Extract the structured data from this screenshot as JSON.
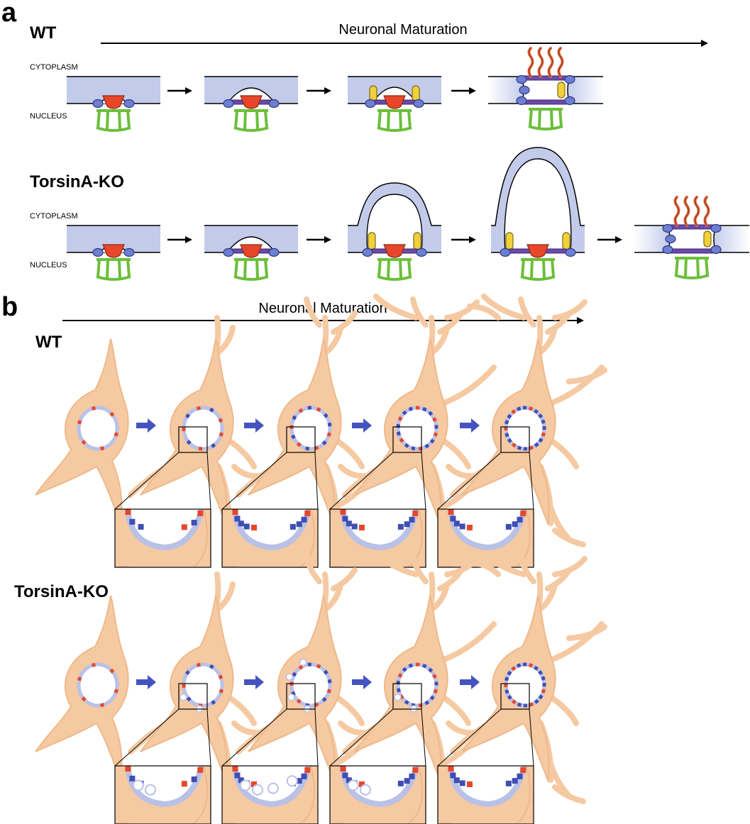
{
  "panel_a": {
    "letter": "a",
    "maturation_label": "Neuronal Maturation",
    "compartments": {
      "top": "CYTOPLASM",
      "bottom": "NUCLEUS"
    },
    "rows": [
      {
        "condition": "WT",
        "stages": [
          "early_bud",
          "bud_membrane",
          "bud_with_ring",
          "mature_pore"
        ]
      },
      {
        "condition": "TorsinA-KO",
        "stages": [
          "early_bud",
          "bud_membrane",
          "bulged_bleb",
          "large_bleb",
          "mature_pore"
        ]
      }
    ]
  },
  "panel_b": {
    "letter": "b",
    "maturation_label": "Neuronal Maturation",
    "rows": [
      {
        "condition": "WT",
        "pore_counts": [
          [
            6,
            0
          ],
          [
            6,
            3
          ],
          [
            6,
            7
          ],
          [
            6,
            11
          ],
          [
            6,
            14
          ]
        ],
        "blebs": [
          0,
          0,
          0,
          0,
          0
        ]
      },
      {
        "condition": "TorsinA-KO",
        "pore_counts": [
          [
            6,
            0
          ],
          [
            6,
            3
          ],
          [
            6,
            7
          ],
          [
            6,
            11
          ],
          [
            6,
            14
          ]
        ],
        "blebs": [
          0,
          2,
          4,
          2,
          0
        ]
      }
    ]
  },
  "colors": {
    "membrane_fill": "#c3cbeb",
    "cell_body": "#f5c9a2",
    "cell_outline": "#efb98a",
    "envelope": "#b9c1e6",
    "pore_red": "#e8462a",
    "pore_blue": "#3f4eb3",
    "ring_purple": "#6a4aa8",
    "ring_yellow": "#f1d13a",
    "scaffold_green": "#6bbf3a",
    "fg_red": "#d9542f",
    "arrow_blue": "#4553c0"
  }
}
